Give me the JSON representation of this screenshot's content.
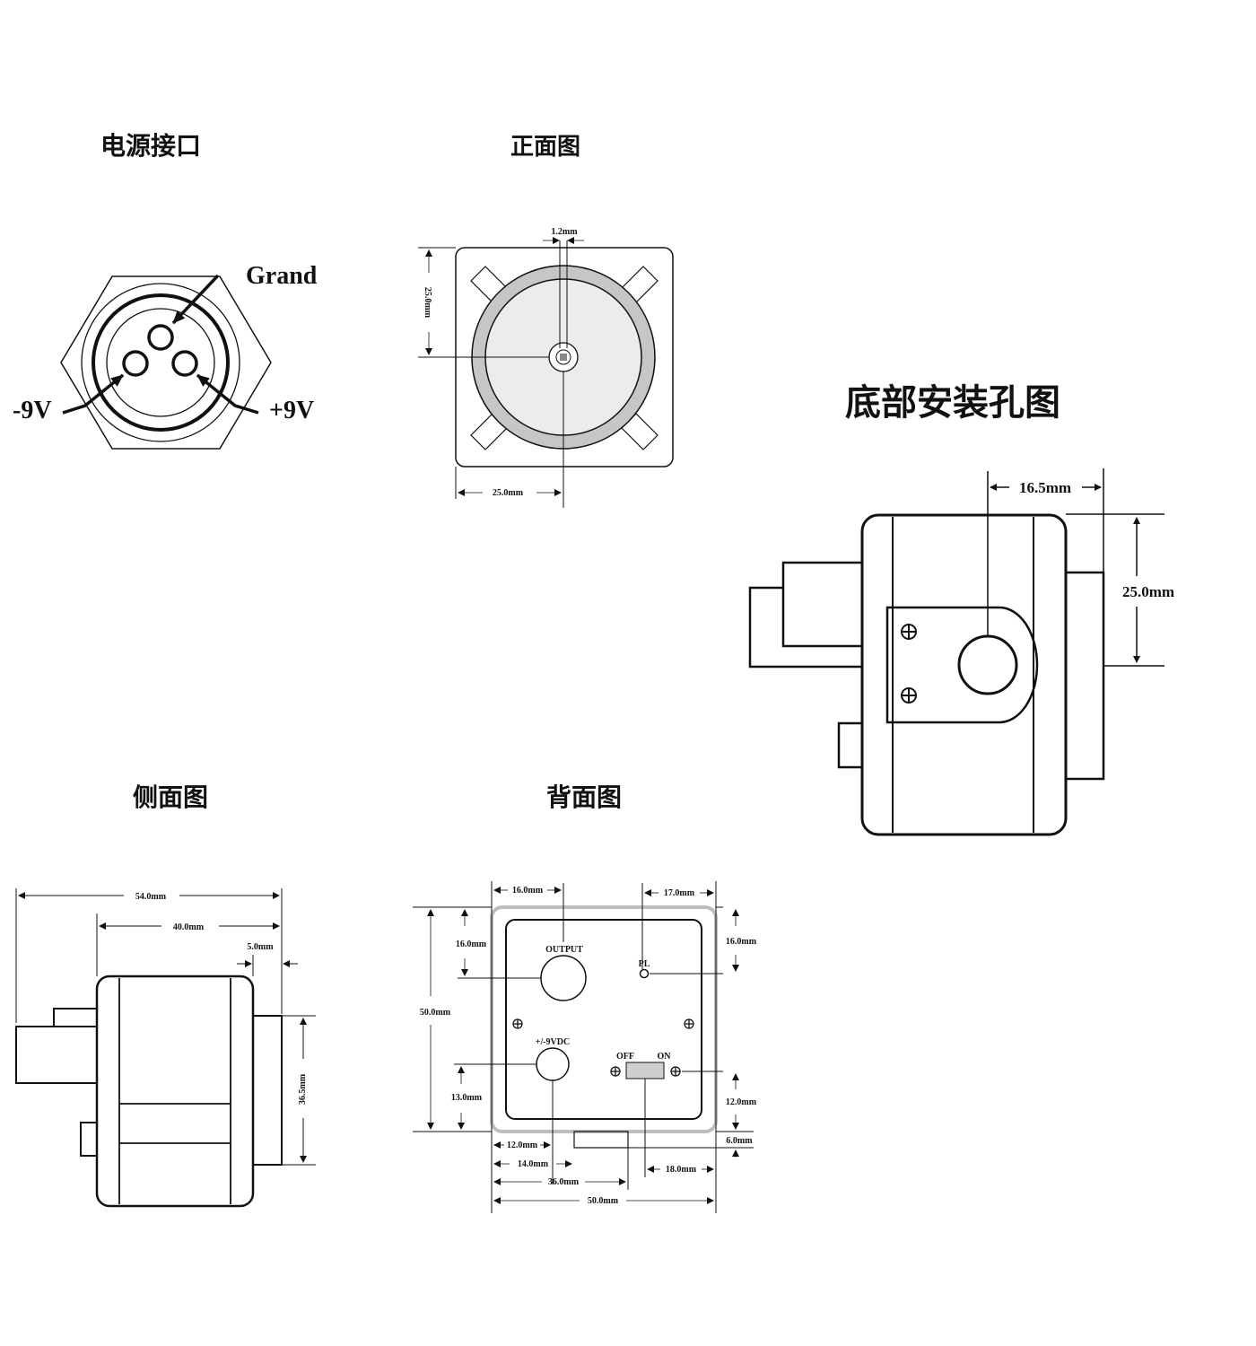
{
  "titles": {
    "power": "电源接口",
    "front": "正面图",
    "bottom": "底部安装孔图",
    "side": "侧面图",
    "back": "背面图"
  },
  "power": {
    "grand": "Grand",
    "neg": "-9V",
    "pos": "+9V"
  },
  "front": {
    "d_top": "1.2mm",
    "d_left": "25.0mm",
    "d_bottom": "25.0mm"
  },
  "bottom": {
    "d_width": "16.5mm",
    "d_height": "25.0mm"
  },
  "side": {
    "d_total": "54.0mm",
    "d_body": "40.0mm",
    "d_lens": "5.0mm",
    "d_height": "36.5mm"
  },
  "back": {
    "output": "OUTPUT",
    "pl": "PL",
    "vdc": "+/-9VDC",
    "off": "OFF",
    "on": "ON",
    "d_16a": "16.0mm",
    "d_17": "17.0mm",
    "d_16b": "16.0mm",
    "d_16c": "16.0mm",
    "d_50v": "50.0mm",
    "d_13": "13.0mm",
    "d_12r": "12.0mm",
    "d_6": "6.0mm",
    "d_12b": "12.0mm",
    "d_14": "14.0mm",
    "d_36": "36.0mm",
    "d_18": "18.0mm",
    "d_50h": "50.0mm"
  }
}
